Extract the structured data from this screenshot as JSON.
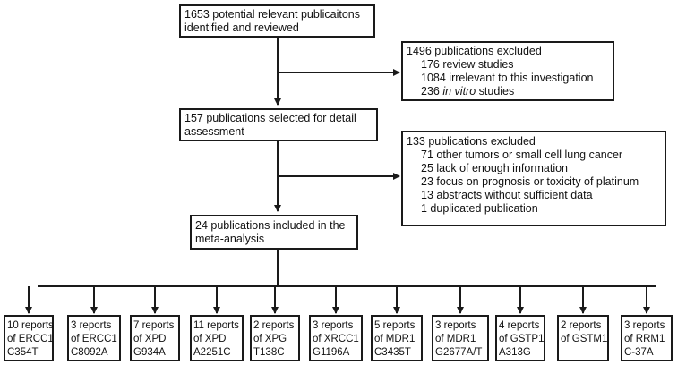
{
  "step1": {
    "lines": [
      "1653 potential relevant publicaitons",
      "identified and reviewed"
    ]
  },
  "exclusion1": {
    "header": "1496 publications excluded",
    "items": [
      {
        "count": "176",
        "text": "review studies"
      },
      {
        "count": "1084",
        "text": "irrelevant to this investigation"
      },
      {
        "count": "236",
        "text": "in vitro",
        "suffix": " studies"
      }
    ]
  },
  "step2": {
    "lines": [
      "157 publications selected for detail",
      "assessment"
    ]
  },
  "exclusion2": {
    "header": "133 publications excluded",
    "items": [
      "71 other tumors or small cell lung cancer",
      "25 lack of enough information",
      "23 focus on prognosis or toxicity of platinum",
      "13 abstracts without sufficient data",
      "1 duplicated publication"
    ]
  },
  "step3": {
    "lines": [
      "24 publications included in the",
      "meta-analysis"
    ]
  },
  "reports": [
    {
      "l1": "10 reports",
      "l2": "of ERCC1",
      "l3": "C354T"
    },
    {
      "l1": "3 reports",
      "l2": "of ERCC1",
      "l3": "C8092A"
    },
    {
      "l1": "7 reports",
      "l2": "of XPD",
      "l3": "G934A"
    },
    {
      "l1": "11 reports",
      "l2": "of XPD",
      "l3": "A2251C"
    },
    {
      "l1": "2 reports",
      "l2": "of XPG",
      "l3": "T138C"
    },
    {
      "l1": "3 reports",
      "l2": "of XRCC1",
      "l3": "G1196A"
    },
    {
      "l1": "5 reports",
      "l2": "of MDR1",
      "l3": "C3435T"
    },
    {
      "l1": "3 reports",
      "l2": "of MDR1",
      "l3": "G2677A/T"
    },
    {
      "l1": "4 reports",
      "l2": "of GSTP1",
      "l3": "A313G"
    },
    {
      "l1": "2 reports",
      "l2": "of GSTM1",
      "l3": ""
    },
    {
      "l1": "3 reports",
      "l2": "of RRM1",
      "l3": "C-37A"
    }
  ]
}
